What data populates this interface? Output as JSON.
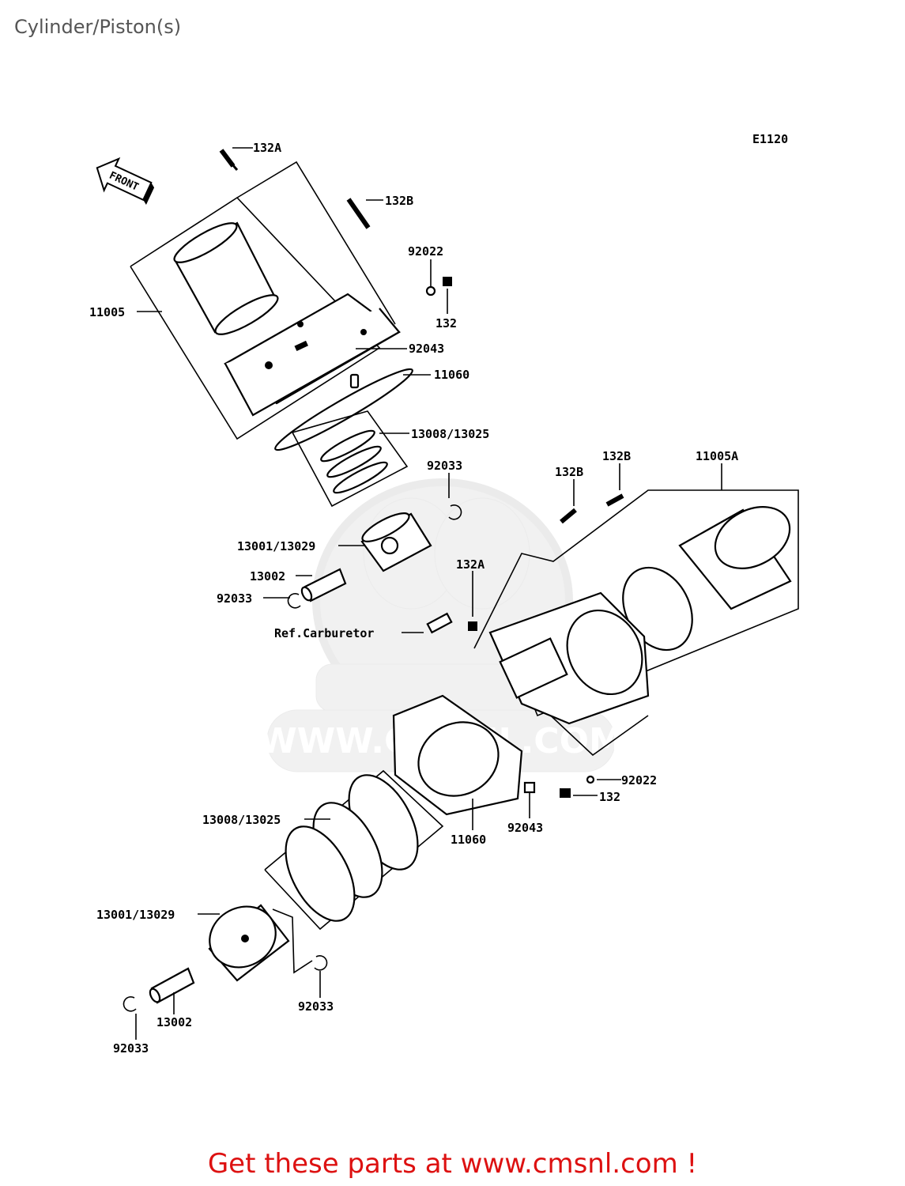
{
  "page": {
    "title": "Cylinder/Piston(s)",
    "footer": "Get these parts at www.cmsnl.com !"
  },
  "diagram": {
    "code": "E1120",
    "front_label": "FRONT",
    "watermark": "WWW.CMSNL.COM",
    "labels": {
      "l132a_top": "132A",
      "l132b_top": "132B",
      "l92022_top": "92022",
      "l132_top": "132",
      "l11005": "11005",
      "l92043_top": "92043",
      "l11060_top": "11060",
      "l13008_top": "13008/13025",
      "l92033_a": "92033",
      "l13001_top": "13001/13029",
      "l13002_top": "13002",
      "l92033_b": "92033",
      "l132a_mid": "132A",
      "l132b_mid1": "132B",
      "l132b_mid2": "132B",
      "l11005a": "11005A",
      "l_ref_carb": "Ref.Carburetor",
      "l92022_bot": "92022",
      "l132_bot": "132",
      "l92043_bot": "92043",
      "l11060_bot": "11060",
      "l13008_bot": "13008/13025",
      "l13001_bot": "13001/13029",
      "l92033_c": "92033",
      "l13002_bot": "13002",
      "l92033_d": "92033"
    }
  }
}
